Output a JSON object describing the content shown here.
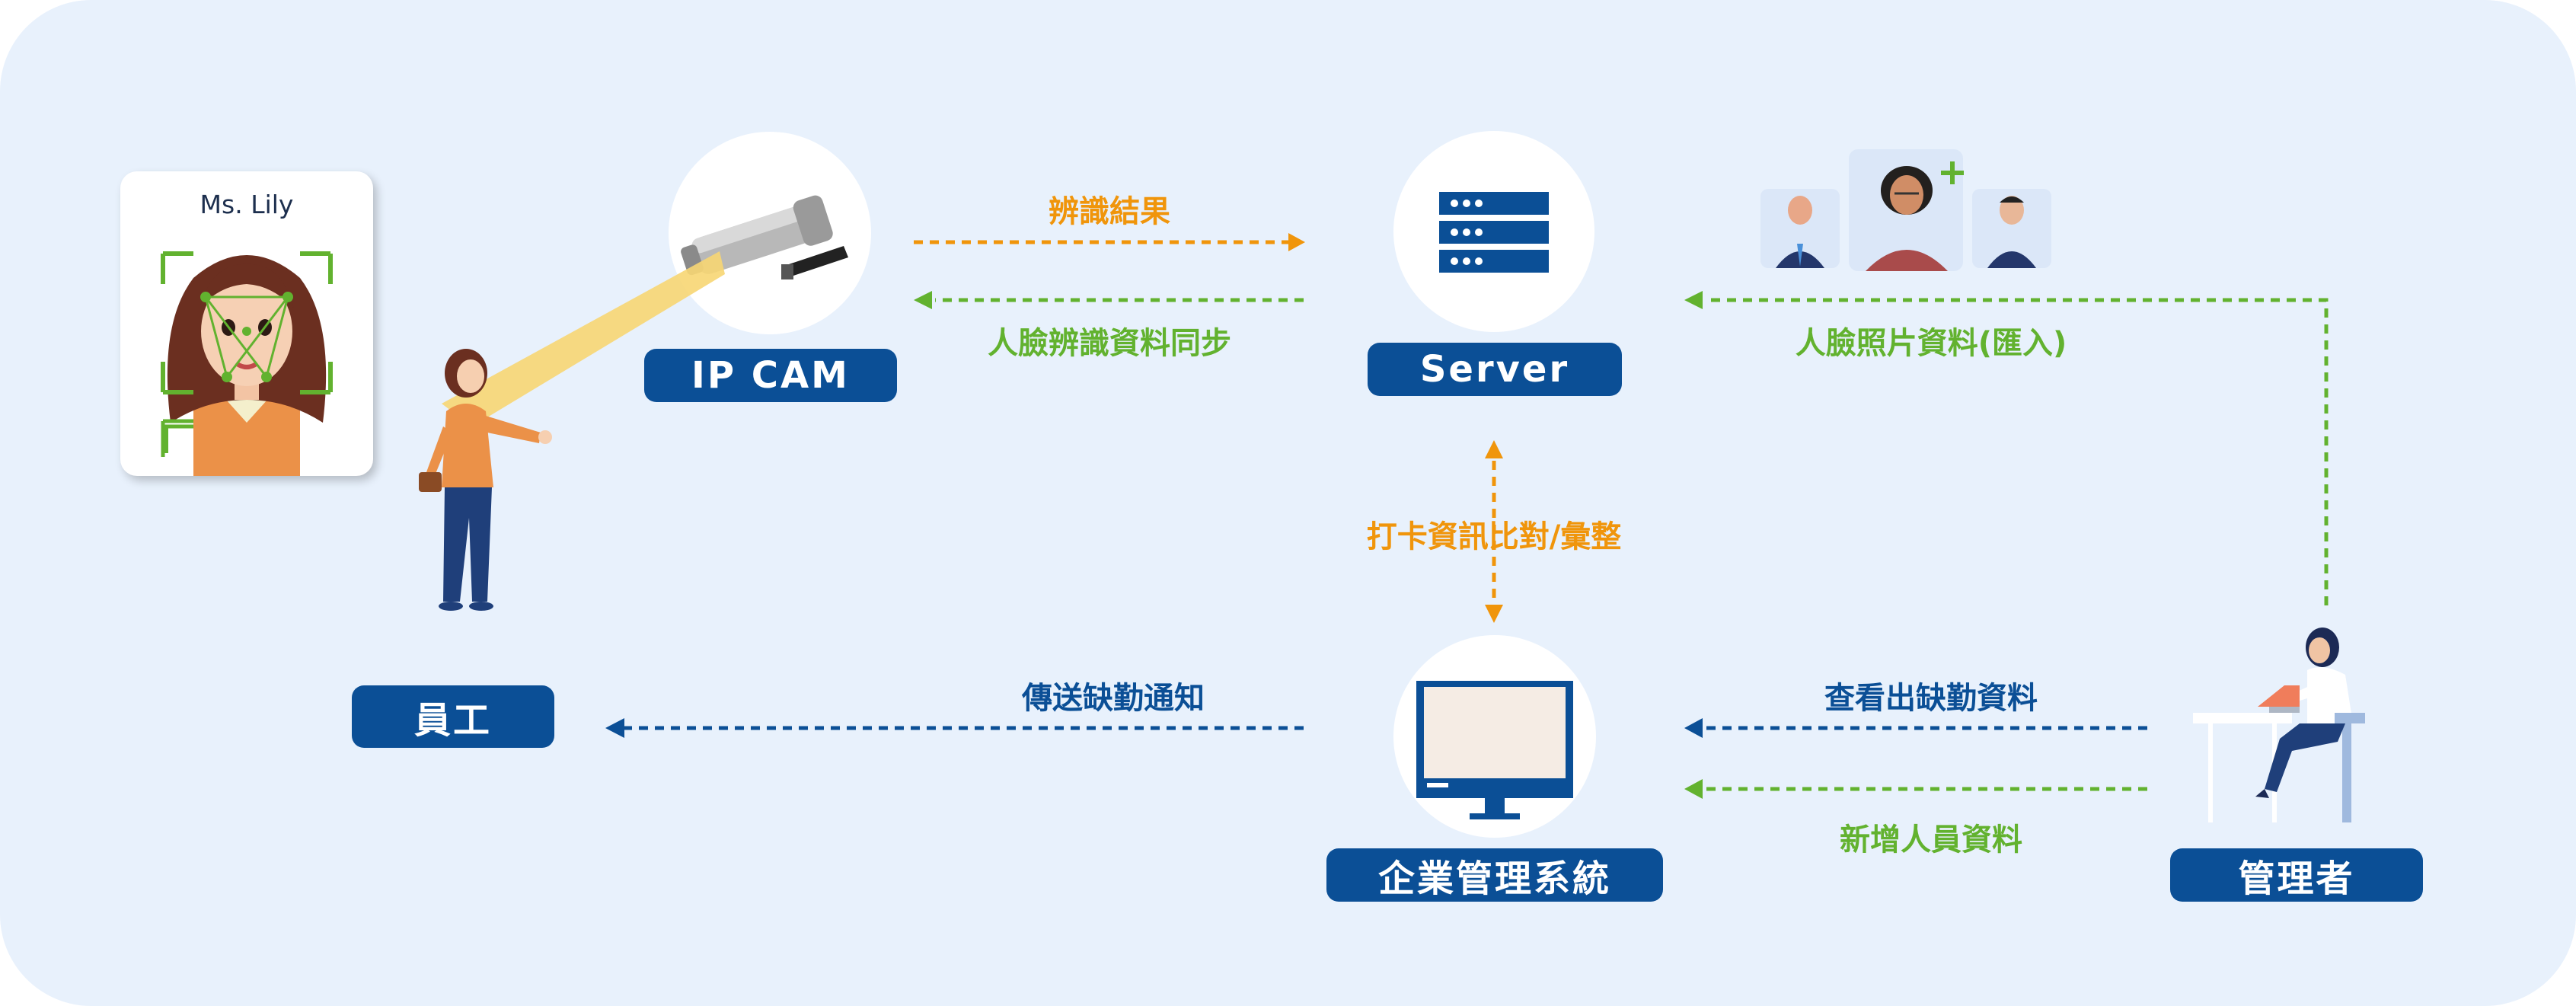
{
  "nodes": {
    "ipcam": "IP CAM",
    "server": "Server",
    "employee": "員工",
    "system": "企業管理系統",
    "admin": "管理者"
  },
  "face_card": {
    "name": "Ms. Lily"
  },
  "flows": {
    "recognition_result": "辨識結果",
    "face_data_sync": "人臉辨識資料同步",
    "face_photo_import": "人臉照片資料(匯入)",
    "clock_compare": "打卡資訊比對/彙整",
    "absence_notice": "傳送缺勤通知",
    "view_attendance": "查看出缺勤資料",
    "add_personnel": "新增人員資料"
  },
  "colors": {
    "background": "#e8f1fc",
    "node_fill": "#0b4f96",
    "orange_flow": "#f0950b",
    "green_flow": "#62b22f",
    "blue_flow": "#0b4f96"
  },
  "icons": [
    "security-camera-icon",
    "server-rack-icon",
    "monitor-icon",
    "user-photos-icon",
    "face-scan-icon"
  ]
}
